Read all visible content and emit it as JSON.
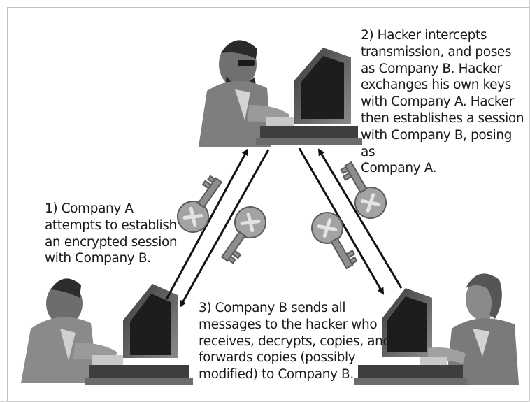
{
  "captions": {
    "step1": "1) Company A\nattempts to establish\nan encrypted session\nwith Company B.",
    "step2": "2) Hacker intercepts\ntransmission, and poses\nas Company B. Hacker\nexchanges his own keys\nwith Company A. Hacker\nthen establishes a session\nwith Company B, posing as\nCompany A.",
    "step3": "3) Company B sends all\nmessages to the hacker who\nreceives, decrypts, copies, and\nforwards copies (possibly\nmodified) to Company B."
  },
  "colors": {
    "figure_dark": "#4a4a4a",
    "figure_mid": "#8c8c8c",
    "figure_light": "#bdbdbd",
    "arrow": "#111111",
    "key": "#9a9a9a"
  },
  "icons": [
    "person-at-computer-icon",
    "key-icon",
    "arrow-icon"
  ]
}
